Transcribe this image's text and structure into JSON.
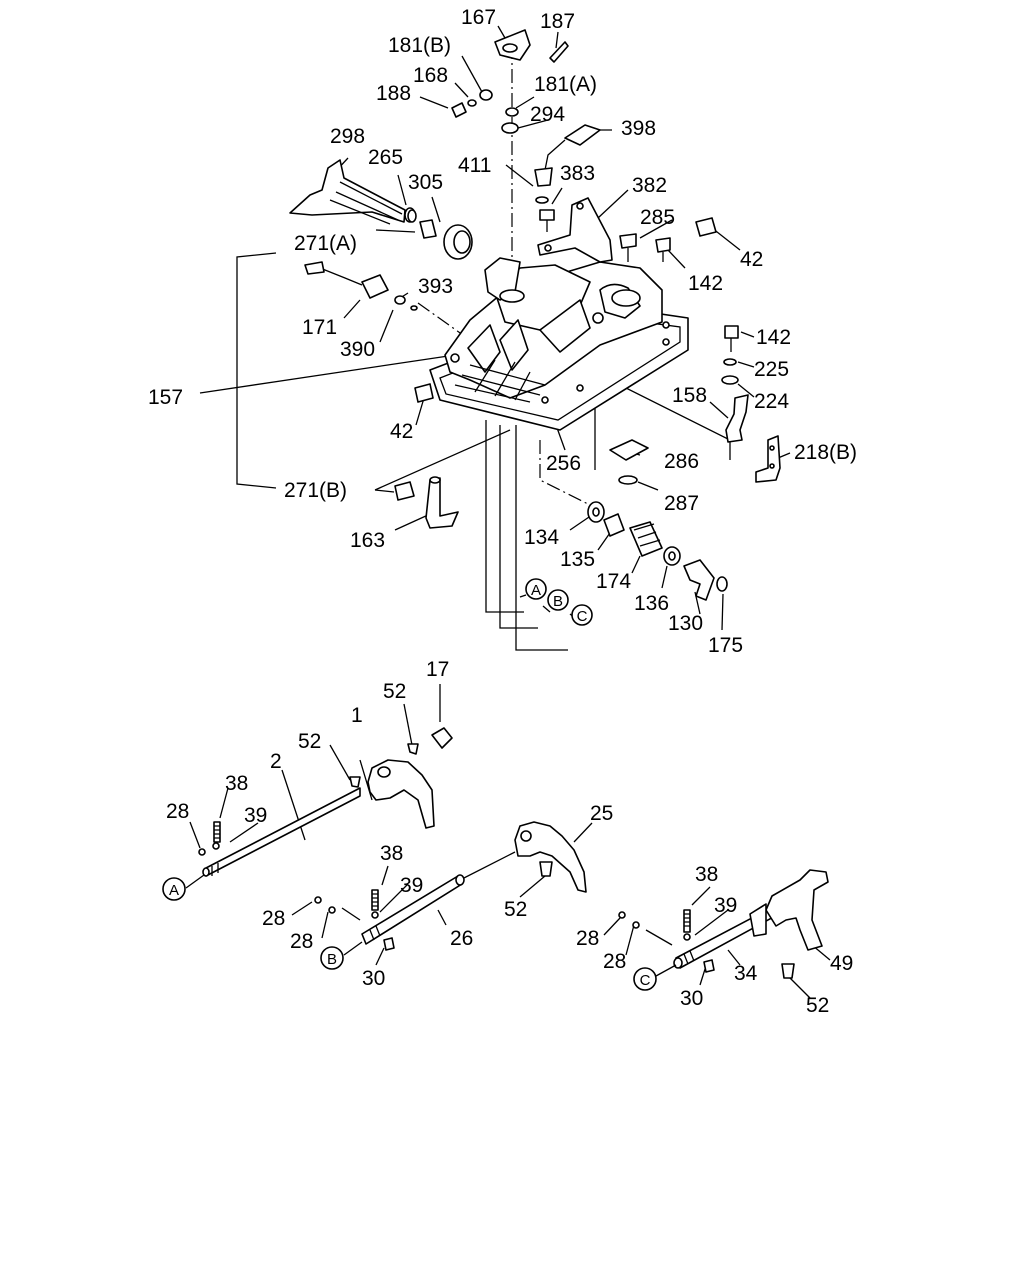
{
  "labels": {
    "p167": "167",
    "p187": "187",
    "p181b": "181(B)",
    "p168": "168",
    "p181a": "181(A)",
    "p188": "188",
    "p294": "294",
    "p398": "398",
    "p298": "298",
    "p265": "265",
    "p305": "305",
    "p411": "411",
    "p383": "383",
    "p382": "382",
    "p285": "285",
    "p42a": "42",
    "p271a": "271(A)",
    "p142a": "142",
    "p393": "393",
    "p171": "171",
    "p390": "390",
    "p142b": "142",
    "p225": "225",
    "p157": "157",
    "p224": "224",
    "p158": "158",
    "p42b": "42",
    "p218b": "218(B)",
    "p256": "256",
    "p286": "286",
    "p271b": "271(B)",
    "p287": "287",
    "p163": "163",
    "p134": "134",
    "p135": "135",
    "p174": "174",
    "p136": "136",
    "p130": "130",
    "p175": "175",
    "p17": "17",
    "p52a": "52",
    "p1": "1",
    "p52b": "52",
    "p2": "2",
    "p38a": "38",
    "p39a": "39",
    "p28a": "28",
    "p25": "25",
    "p38b": "38",
    "p39b": "39",
    "p52c": "52",
    "p28b": "28",
    "p28c": "28",
    "p26": "26",
    "p30a": "30",
    "p38c": "38",
    "p39c": "39",
    "p28d": "28",
    "p28e": "28",
    "p34": "34",
    "p49": "49",
    "p30b": "30",
    "p52d": "52"
  },
  "circled": {
    "a1": "A",
    "b1": "B",
    "c1": "C",
    "a2": "A",
    "b2": "B",
    "c2": "C"
  }
}
